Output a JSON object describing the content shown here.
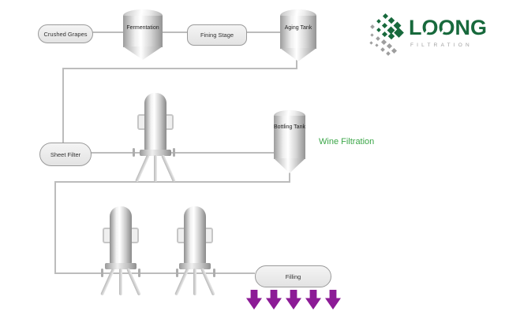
{
  "logo": {
    "name": "LOONG",
    "subtitle": "FILTRATION",
    "green": "#17693C",
    "gray": "#9E9E9E"
  },
  "diagram": {
    "caption": "Wine Filtration",
    "caption_color": "#3BA648",
    "line_color": "#BCBCBC",
    "nodes": {
      "crushed_grapes": {
        "label": "Crushed Grapes",
        "type": "process-box"
      },
      "fermentation": {
        "label": "Fermentation",
        "type": "tank"
      },
      "fining_stage": {
        "label": "Fining Stage",
        "type": "process-box"
      },
      "aging_tank": {
        "label": "Aging Tank",
        "type": "tank"
      },
      "sheet_filter": {
        "label": "Sheet Filter",
        "type": "process-box"
      },
      "bottling_tank": {
        "label": "Bottling Tank",
        "type": "tank"
      },
      "filling": {
        "label": "Filling",
        "type": "process-box"
      }
    },
    "unlabeled_filter_housings": 3,
    "flow_order": [
      "Crushed Grapes",
      "Fermentation",
      "Fining Stage",
      "Aging Tank",
      "Sheet Filter",
      "Bottling Tank",
      "Filling"
    ],
    "output_arrows": {
      "count": 5,
      "color": "#8C1B96"
    }
  }
}
